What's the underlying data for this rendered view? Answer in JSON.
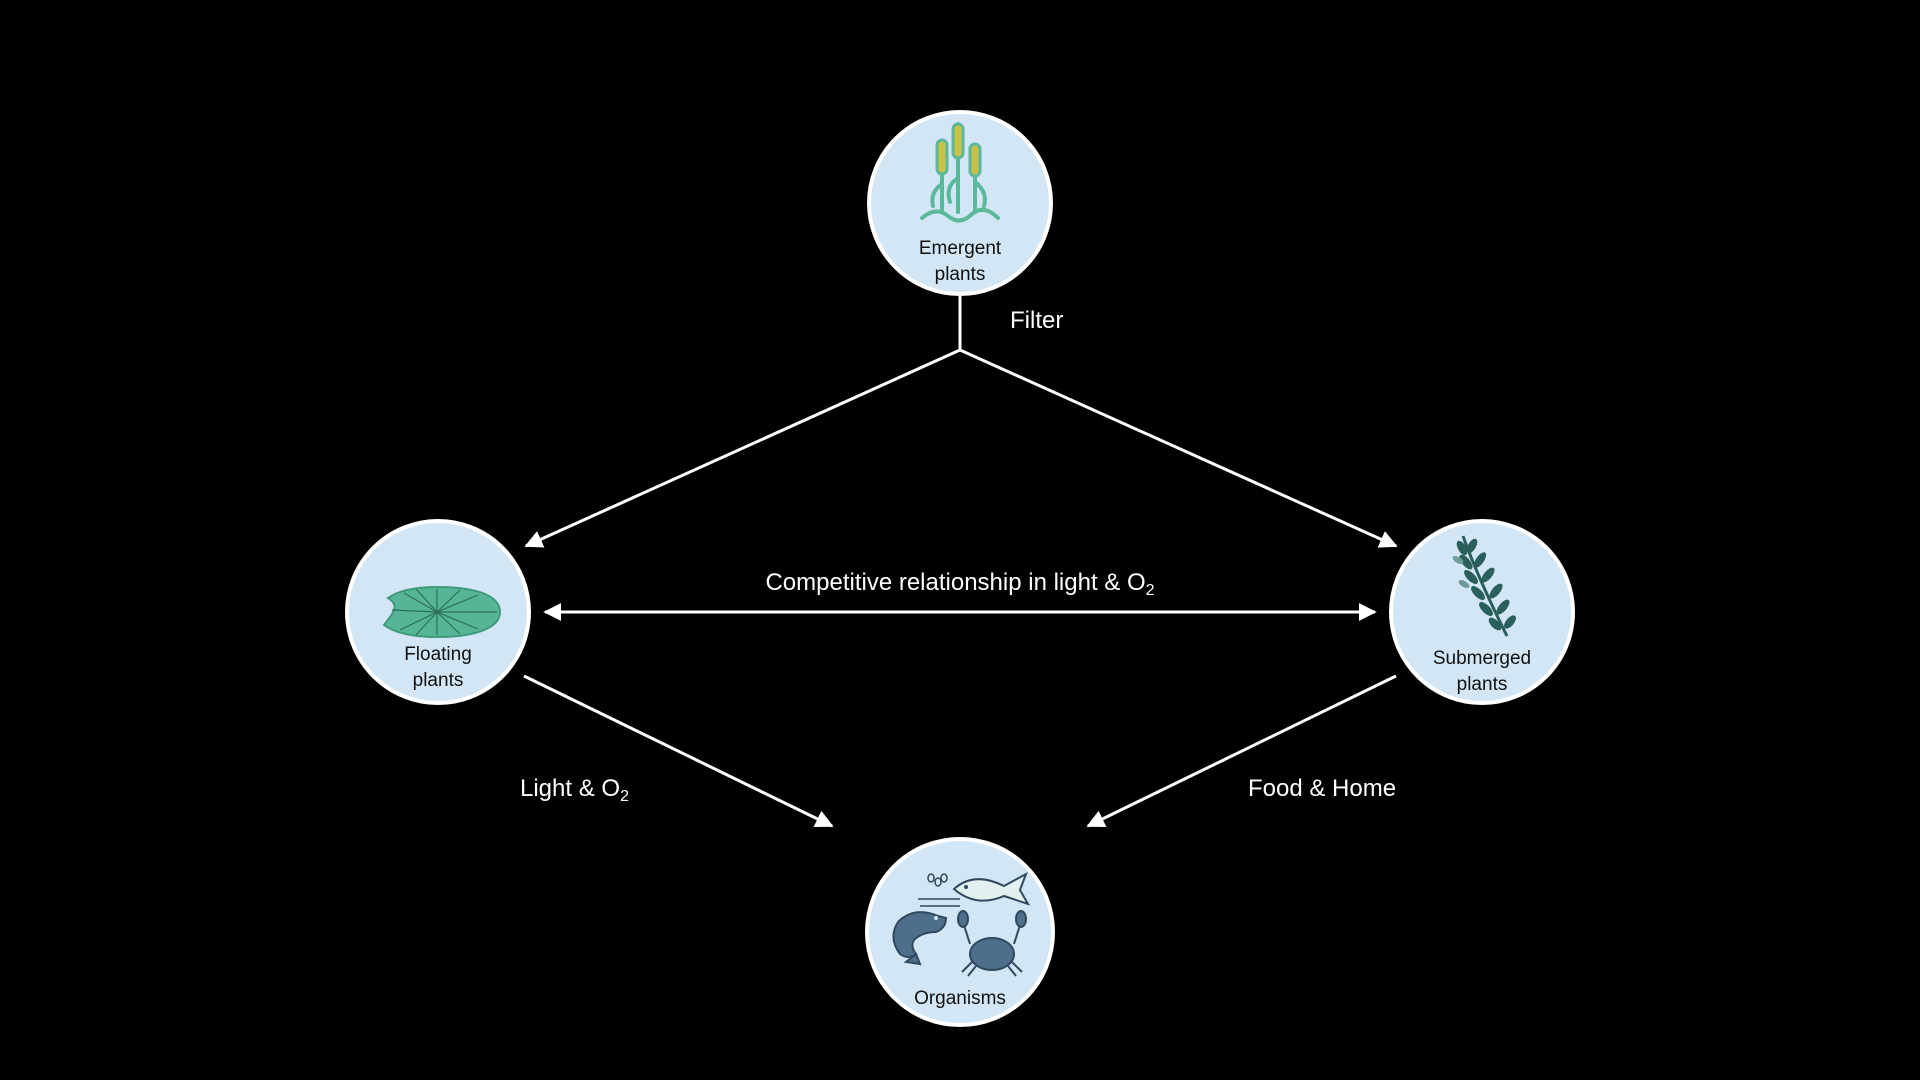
{
  "nodes": {
    "emergent": {
      "line1": "Emergent",
      "line2": "plants",
      "icon": "cattail-reed-icon"
    },
    "floating": {
      "line1": "Floating",
      "line2": "plants",
      "icon": "lily-pad-icon"
    },
    "submerged": {
      "line1": "Submerged",
      "line2": "plants",
      "icon": "waterweed-sprig-icon"
    },
    "organisms": {
      "line1": "Organisms",
      "icon": "aquatic-animals-icon"
    }
  },
  "edges": {
    "filter": "Filter",
    "competitive": {
      "text": "Competitive relationship in light & O",
      "sub": "2"
    },
    "light": {
      "text": "Light & O",
      "sub": "2"
    },
    "food": "Food & Home"
  },
  "colors": {
    "background": "#000000",
    "node_fill": "#d2e6f5",
    "node_border": "#ffffff",
    "arrow": "#ffffff",
    "reed_green": "#5bb89a",
    "reed_head": "#c8c24a",
    "lily_green": "#56b596",
    "weed_dark": "#2b5f5c",
    "animal_slate": "#4f6e8c"
  }
}
